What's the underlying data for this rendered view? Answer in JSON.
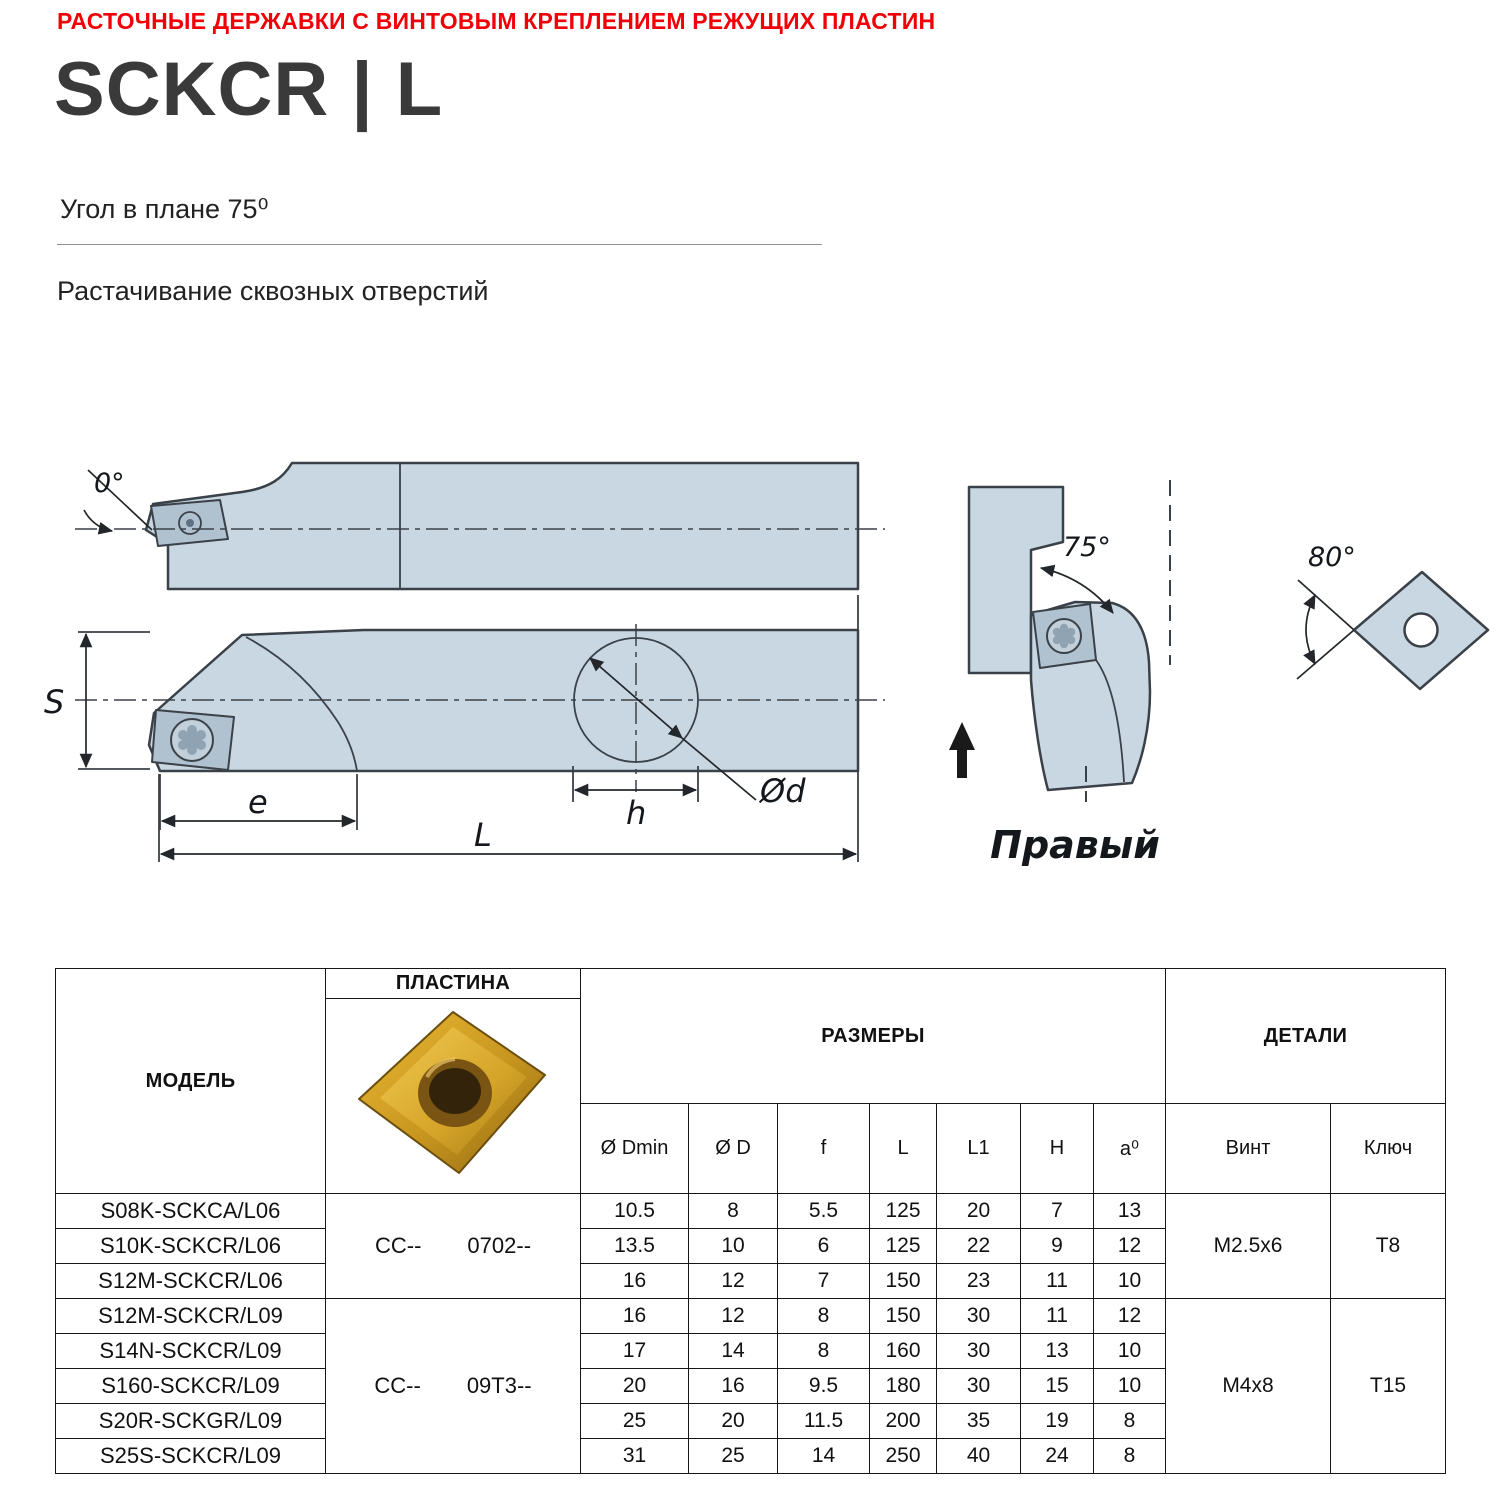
{
  "page": {
    "kicker": "РАСТОЧНЫЕ ДЕРЖАВКИ С ВИНТОВЫМ КРЕПЛЕНИЕМ РЕЖУЩИХ ПЛАСТИН",
    "title": "SCKCR | L",
    "plan_angle": "Угол в плане 75⁰",
    "application": "Растачивание сквозных отверстий"
  },
  "diagram": {
    "angle_zero": "0°",
    "angle_75": "75°",
    "angle_80": "80°",
    "dim_s": "S",
    "dim_e": "e",
    "dim_h": "h",
    "dim_d": "Ød",
    "dim_l": "L",
    "hand_label": "Правый"
  },
  "table": {
    "col_model": "МОДЕЛЬ",
    "col_plate": "ПЛАСТИНА",
    "col_sizes": "РАЗМЕРЫ",
    "col_details": "ДЕТАЛИ",
    "size_cols": [
      "Ø Dmin",
      "Ø D",
      "f",
      "L",
      "L1",
      "H",
      "a⁰"
    ],
    "detail_cols": [
      "Винт",
      "Ключ"
    ],
    "groups": [
      {
        "plate": [
          "CC--",
          "0702--"
        ],
        "screw": "M2.5x6",
        "key": "T8"
      },
      {
        "plate": [
          "CC--",
          "09T3--"
        ],
        "screw": "M4x8",
        "key": "T15"
      }
    ],
    "rows": [
      {
        "model": "S08K-SCKCA/L06",
        "dims": [
          "10.5",
          "8",
          "5.5",
          "125",
          "20",
          "7",
          "13"
        ]
      },
      {
        "model": "S10K-SCKCR/L06",
        "dims": [
          "13.5",
          "10",
          "6",
          "125",
          "22",
          "9",
          "12"
        ]
      },
      {
        "model": "S12M-SCKCR/L06",
        "dims": [
          "16",
          "12",
          "7",
          "150",
          "23",
          "11",
          "10"
        ]
      },
      {
        "model": "S12M-SCKCR/L09",
        "dims": [
          "16",
          "12",
          "8",
          "150",
          "30",
          "11",
          "12"
        ]
      },
      {
        "model": "S14N-SCKCR/L09",
        "dims": [
          "17",
          "14",
          "8",
          "160",
          "30",
          "13",
          "10"
        ]
      },
      {
        "model": "S160-SCKCR/L09",
        "dims": [
          "20",
          "16",
          "9.5",
          "180",
          "30",
          "15",
          "10"
        ]
      },
      {
        "model": "S20R-SCKGR/L09",
        "dims": [
          "25",
          "20",
          "11.5",
          "200",
          "35",
          "19",
          "8"
        ]
      },
      {
        "model": "S25S-SCKCR/L09",
        "dims": [
          "31",
          "25",
          "14",
          "250",
          "40",
          "24",
          "8"
        ]
      }
    ]
  }
}
